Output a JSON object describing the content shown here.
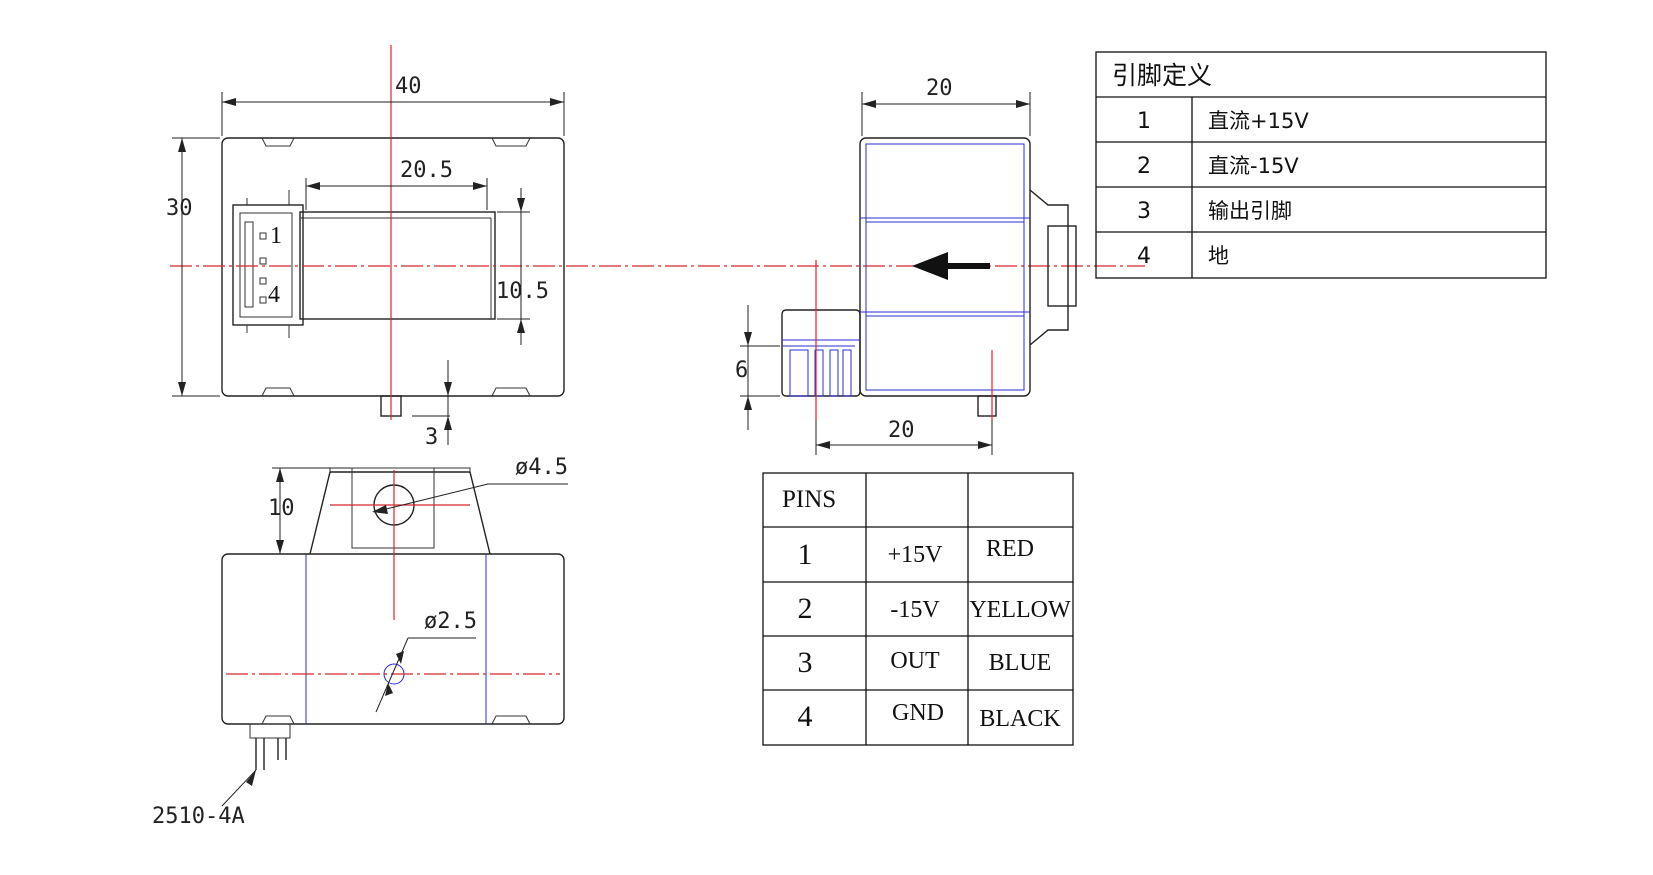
{
  "dimensions": {
    "width_40": "40",
    "height_30": "30",
    "window_20_5": "20.5",
    "window_10_5": "10.5",
    "pin_3": "3",
    "side_width_20": "20",
    "side_bottom_20": "20",
    "connector_6": "6",
    "foot_10": "10",
    "hole_dia_4_5": "ø4.5",
    "hole_dia_2_5": "ø2.5",
    "connector_part": "2510-4A",
    "pin_label_1": "1",
    "pin_label_4": "4"
  },
  "pin_definition_table": {
    "title": "引脚定义",
    "rows": [
      {
        "num": "1",
        "desc": "直流+15V"
      },
      {
        "num": "2",
        "desc": "直流-15V"
      },
      {
        "num": "3",
        "desc": "输出引脚"
      },
      {
        "num": "4",
        "desc": "地"
      }
    ]
  },
  "pins_table": {
    "header": "PINS",
    "rows": [
      {
        "pin": "1",
        "signal": "+15V",
        "color": "RED"
      },
      {
        "pin": "2",
        "signal": "-15V",
        "color": "YELLOW"
      },
      {
        "pin": "3",
        "signal": "OUT",
        "color": "BLUE"
      },
      {
        "pin": "4",
        "signal": "GND",
        "color": "BLACK"
      }
    ]
  },
  "colors": {
    "outline": "#222222",
    "hidden_line": "#2b2bd6",
    "center_line": "#d8262c"
  }
}
